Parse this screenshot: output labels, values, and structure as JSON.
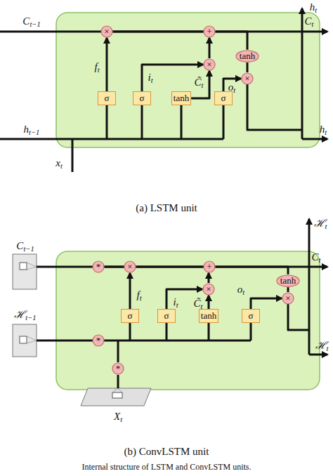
{
  "diagram": {
    "caption": "Internal structure of LSTM and ConvLSTM units.",
    "nodes": [
      {
        "text": [
          "×"
        ]
      },
      {
        "text": [
          "+"
        ]
      },
      {
        "text": [
          "×"
        ]
      },
      {
        "text": [
          "tanh"
        ]
      },
      {
        "text": [
          "×"
        ]
      },
      {
        "text": [
          "σ"
        ]
      },
      {
        "text": [
          "σ"
        ]
      },
      {
        "text": [
          "tanh"
        ]
      },
      {
        "text": [
          "σ"
        ]
      },
      {
        "text": [
          "*"
        ]
      },
      {
        "text": [
          "×"
        ]
      },
      {
        "text": [
          "+"
        ]
      },
      {
        "text": [
          "tanh"
        ]
      },
      {
        "text": [
          "×"
        ]
      },
      {
        "text": [
          "×"
        ]
      },
      {
        "text": [
          "σ"
        ]
      },
      {
        "text": [
          "σ"
        ]
      },
      {
        "text": [
          "tanh"
        ]
      },
      {
        "text": [
          "σ"
        ]
      },
      {
        "text": [
          "*"
        ]
      },
      {
        "text": [
          "*"
        ]
      }
    ],
    "edges": [
      {
        "from": 5,
        "to": 0,
        "arrow": "to"
      },
      {
        "from": 0,
        "to": 1,
        "arrow": "none"
      },
      {
        "from": 6,
        "to": 2,
        "arrow": "to"
      },
      {
        "from": 7,
        "to": 2,
        "arrow": "to"
      },
      {
        "from": 2,
        "to": 1,
        "arrow": "to"
      },
      {
        "from": 1,
        "to": 3,
        "arrow": "none"
      },
      {
        "from": 3,
        "to": 4,
        "arrow": "none"
      },
      {
        "from": 8,
        "to": 4,
        "arrow": "to"
      },
      {
        "from": 9,
        "to": 10,
        "arrow": "none"
      },
      {
        "from": 15,
        "to": 10,
        "arrow": "to"
      },
      {
        "from": 10,
        "to": 11,
        "arrow": "none"
      },
      {
        "from": 16,
        "to": 13,
        "arrow": "to"
      },
      {
        "from": 17,
        "to": 13,
        "arrow": "to"
      },
      {
        "from": 13,
        "to": 11,
        "arrow": "to"
      },
      {
        "from": 11,
        "to": 12,
        "arrow": "none"
      },
      {
        "from": 12,
        "to": 14,
        "arrow": "none"
      },
      {
        "from": 18,
        "to": 14,
        "arrow": "to"
      }
    ],
    "labels": [
      "Ct−1",
      "Ct",
      "ht",
      "ht−1",
      "ht",
      "xt",
      "ft",
      "it",
      "C̃t",
      "ot",
      "(a) LSTM unit",
      "Ct−1",
      "Ct",
      "ℋt",
      "ℋt−1",
      "ℋt",
      "Xt",
      "ft",
      "it",
      "C̃t",
      "ot",
      "(b) ConvLSTM unit"
    ]
  }
}
